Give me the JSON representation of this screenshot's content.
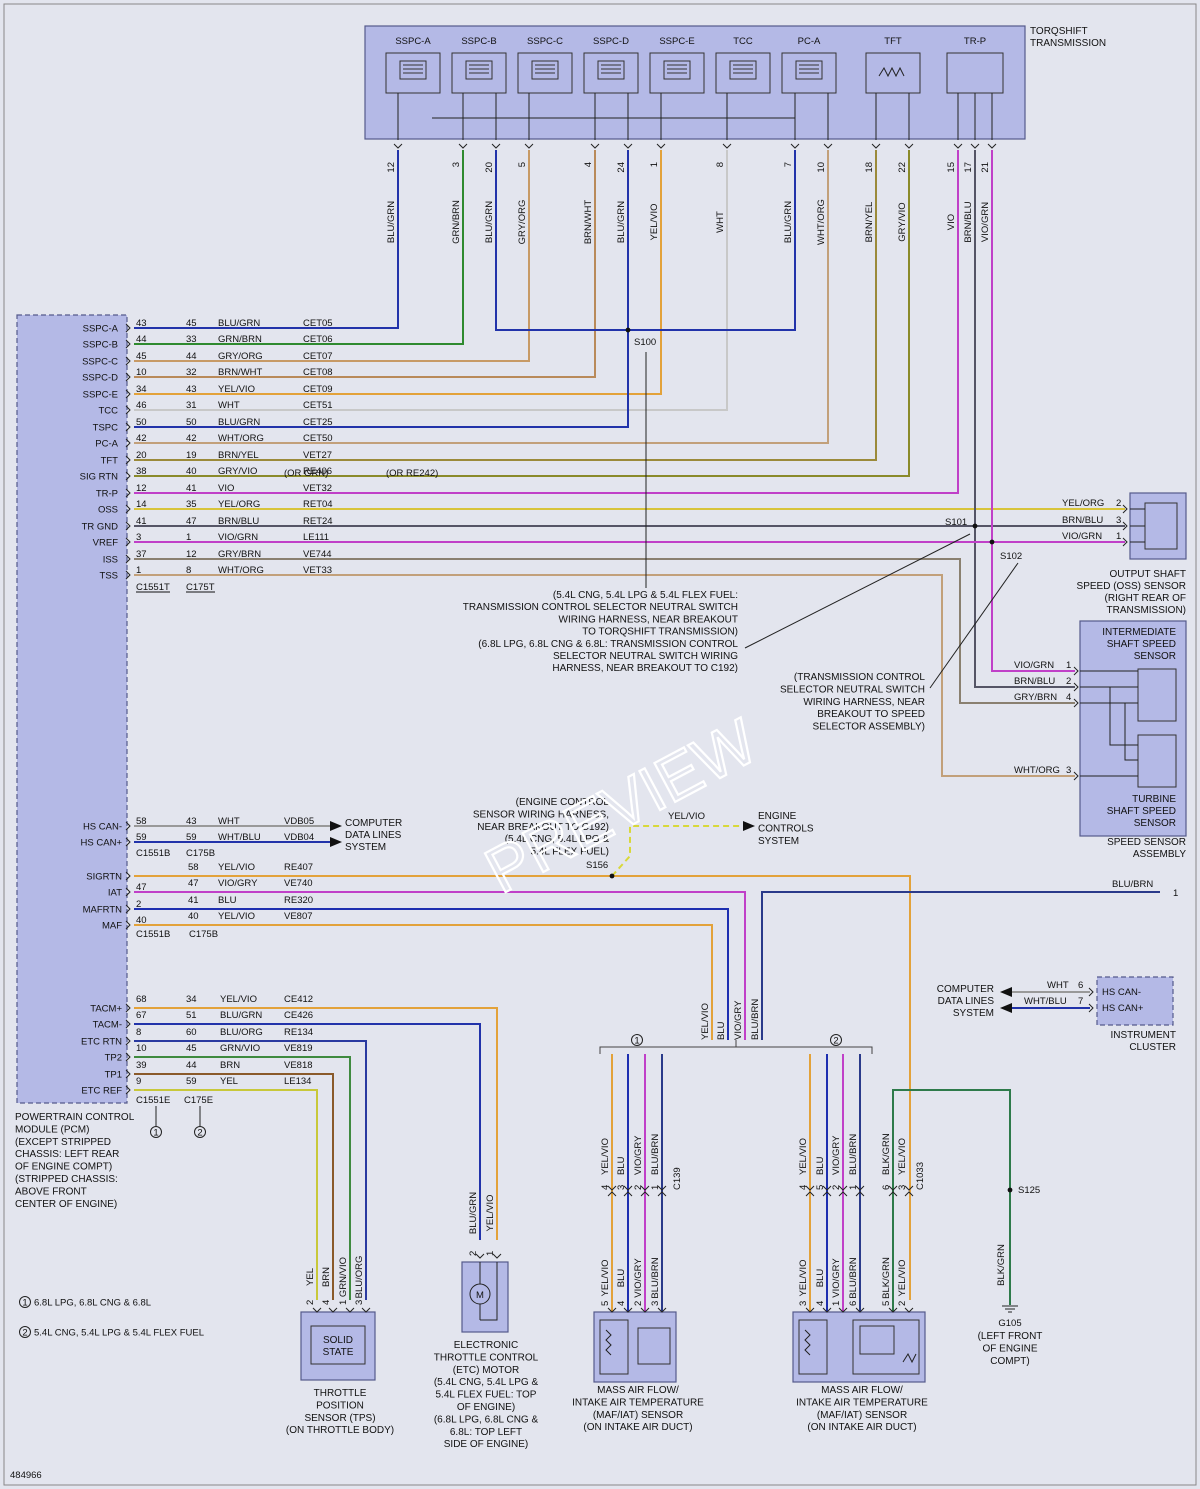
{
  "diagram_id": "484966",
  "watermark": "PREVIEW",
  "transmission": {
    "title": [
      "TORQSHIFT",
      "TRANSMISSION"
    ],
    "components": [
      "SSPC-A",
      "SSPC-B",
      "SSPC-C",
      "SSPC-D",
      "SSPC-E",
      "TCC",
      "PC-A",
      "TFT",
      "TR-P"
    ]
  },
  "trans_pins": [
    {
      "pin": "12",
      "color": "BLU/GRN"
    },
    {
      "pin": "3",
      "color": "GRN/BRN"
    },
    {
      "pin": "20",
      "color": "BLU/GRN"
    },
    {
      "pin": "5",
      "color": "GRY/ORG"
    },
    {
      "pin": "4",
      "color": "BRN/WHT"
    },
    {
      "pin": "24",
      "color": "BLU/GRN"
    },
    {
      "pin": "1",
      "color": "YEL/VIO"
    },
    {
      "pin": "8",
      "color": "WHT"
    },
    {
      "pin": "7",
      "color": "BLU/GRN"
    },
    {
      "pin": "10",
      "color": "WHT/ORG"
    },
    {
      "pin": "18",
      "color": "BRN/YEL"
    },
    {
      "pin": "22",
      "color": "GRY/VIO"
    },
    {
      "pin": "15",
      "color": "VIO"
    },
    {
      "pin": "17",
      "color": "BRN/BLU"
    },
    {
      "pin": "21",
      "color": "VIO/GRN"
    }
  ],
  "pcm": {
    "label": [
      "POWERTRAIN CONTROL",
      "MODULE (PCM)",
      "(EXCEPT STRIPPED",
      "CHASSIS: LEFT REAR",
      "OF ENGINE COMPT)",
      "(STRIPPED CHASSIS:",
      "ABOVE FRONT",
      "CENTER OF ENGINE)"
    ],
    "group1": [
      {
        "name": "SSPC-A",
        "p1": "43",
        "p2": "45",
        "color": "BLU/GRN",
        "circuit": "CET05"
      },
      {
        "name": "SSPC-B",
        "p1": "44",
        "p2": "33",
        "color": "GRN/BRN",
        "circuit": "CET06"
      },
      {
        "name": "SSPC-C",
        "p1": "45",
        "p2": "44",
        "color": "GRY/ORG",
        "circuit": "CET07"
      },
      {
        "name": "SSPC-D",
        "p1": "10",
        "p2": "32",
        "color": "BRN/WHT",
        "circuit": "CET08"
      },
      {
        "name": "SSPC-E",
        "p1": "34",
        "p2": "43",
        "color": "YEL/VIO",
        "circuit": "CET09"
      },
      {
        "name": "TCC",
        "p1": "46",
        "p2": "31",
        "color": "WHT",
        "circuit": "CET51"
      },
      {
        "name": "TSPC",
        "p1": "50",
        "p2": "50",
        "color": "BLU/GRN",
        "circuit": "CET25"
      },
      {
        "name": "PC-A",
        "p1": "42",
        "p2": "42",
        "color": "WHT/ORG",
        "circuit": "CET50"
      },
      {
        "name": "TFT",
        "p1": "20",
        "p2": "19",
        "color": "BRN/YEL",
        "circuit": "VET27"
      },
      {
        "name": "SIG RTN",
        "p1": "38",
        "p2": "40",
        "color": "GRY/VIO",
        "circuit": "RE406"
      },
      {
        "name": "TR-P",
        "p1": "12",
        "p2": "41",
        "color": "VIO",
        "circuit": "VET32"
      },
      {
        "name": "OSS",
        "p1": "14",
        "p2": "35",
        "color": "YEL/ORG",
        "circuit": "RET04"
      },
      {
        "name": "TR GND",
        "p1": "41",
        "p2": "47",
        "color": "BRN/BLU",
        "circuit": "RET24"
      },
      {
        "name": "VREF",
        "p1": "3",
        "p2": "1",
        "color": "VIO/GRN",
        "circuit": "LE111"
      },
      {
        "name": "ISS",
        "p1": "37",
        "p2": "12",
        "color": "GRY/BRN",
        "circuit": "VE744"
      },
      {
        "name": "TSS",
        "p1": "1",
        "p2": "8",
        "color": "WHT/ORG",
        "circuit": "VET33"
      }
    ],
    "sigrtn_alt1": "(OR GRN)",
    "sigrtn_alt2": "(OR RE242)",
    "conn1": [
      "C1551T",
      "C175T"
    ],
    "group2": [
      {
        "name": "HS CAN-",
        "p1": "58",
        "p2": "43",
        "color": "WHT",
        "circuit": "VDB05"
      },
      {
        "name": "HS CAN+",
        "p1": "59",
        "p2": "59",
        "color": "WHT/BLU",
        "circuit": "VDB04"
      }
    ],
    "conn2": [
      "C1551B",
      "C175B"
    ],
    "group3": [
      {
        "name": "SIGRTN",
        "p1": "",
        "p2": "58",
        "color": "YEL/VIO",
        "circuit": "RE407"
      },
      {
        "name": "IAT",
        "p1": "47",
        "p2": "47",
        "color": "VIO/GRY",
        "circuit": "VE740"
      },
      {
        "name": "MAFRTN",
        "p1": "2",
        "p2": "41",
        "color": "BLU",
        "circuit": "RE320"
      },
      {
        "name": "MAF",
        "p1": "40",
        "p2": "40",
        "color": "YEL/VIO",
        "circuit": "VE807"
      }
    ],
    "conn3": [
      "C1551B",
      "C175B"
    ],
    "group4": [
      {
        "name": "TACM+",
        "p1": "68",
        "p2": "34",
        "color": "YEL/VIO",
        "circuit": "CE412"
      },
      {
        "name": "TACM-",
        "p1": "67",
        "p2": "51",
        "color": "BLU/GRN",
        "circuit": "CE426"
      },
      {
        "name": "ETC RTN",
        "p1": "8",
        "p2": "60",
        "color": "BLU/ORG",
        "circuit": "RE134"
      },
      {
        "name": "TP2",
        "p1": "10",
        "p2": "45",
        "color": "GRN/VIO",
        "circuit": "VE819"
      },
      {
        "name": "TP1",
        "p1": "39",
        "p2": "44",
        "color": "BRN",
        "circuit": "VE818"
      },
      {
        "name": "ETC REF",
        "p1": "9",
        "p2": "59",
        "color": "YEL",
        "circuit": "LE134"
      }
    ],
    "conn4": [
      "C1551E",
      "C175E"
    ]
  },
  "splices": {
    "s100": "S100",
    "s101": "S101",
    "s102": "S102",
    "s156": "S156",
    "s125": "S125"
  },
  "computer_data": {
    "lines": [
      "COMPUTER",
      "DATA LINES",
      "SYSTEM"
    ]
  },
  "engine_controls": {
    "wire": "YEL/VIO",
    "lines": [
      "ENGINE",
      "CONTROLS",
      "SYSTEM"
    ]
  },
  "oss": {
    "wires": [
      {
        "color": "YEL/ORG",
        "pin": "2"
      },
      {
        "color": "BRN/BLU",
        "pin": "3"
      },
      {
        "color": "VIO/GRN",
        "pin": "1"
      }
    ],
    "label": [
      "OUTPUT SHAFT",
      "SPEED (OSS) SENSOR",
      "(RIGHT REAR OF",
      "TRANSMISSION)"
    ]
  },
  "speed_assy": {
    "wires": [
      {
        "color": "VIO/GRN",
        "pin": "1"
      },
      {
        "color": "BRN/BLU",
        "pin": "2"
      },
      {
        "color": "GRY/BRN",
        "pin": "4"
      },
      {
        "color": "WHT/ORG",
        "pin": "3"
      }
    ],
    "iss_label": [
      "INTERMEDIATE",
      "SHAFT SPEED",
      "SENSOR"
    ],
    "tss_label": [
      "TURBINE",
      "SHAFT SPEED",
      "SENSOR"
    ],
    "label": [
      "SPEED SENSOR",
      "ASSEMBLY"
    ]
  },
  "notes": {
    "s100": [
      "(5.4L CNG, 5.4L LPG & 5.4L FLEX FUEL:",
      "TRANSMISSION CONTROL SELECTOR NEUTRAL SWITCH",
      "WIRING HARNESS, NEAR BREAKOUT",
      "TO TORQSHIFT TRANSMISSION)",
      "(6.8L LPG, 6.8L CNG & 6.8L: TRANSMISSION CONTROL",
      "SELECTOR NEUTRAL SWITCH WIRING",
      "HARNESS, NEAR BREAKOUT TO C192)"
    ],
    "s102": [
      "(TRANSMISSION CONTROL",
      "SELECTOR NEUTRAL SWITCH",
      "WIRING HARNESS, NEAR",
      "BREAKOUT TO SPEED",
      "SELECTOR ASSEMBLY)"
    ],
    "s156": [
      "(ENGINE CONTROL",
      "SENSOR WIRING HARNESS,",
      "NEAR BREAKOUT TO C192)",
      "(5.4L CNG, 5.4L LPG &",
      "5.4L FLEX FUEL)"
    ]
  },
  "blu_brn": {
    "color": "BLU/BRN",
    "pin": "1"
  },
  "cluster": {
    "pins": [
      {
        "name": "HS CAN-",
        "color": "WHT",
        "pin": "6"
      },
      {
        "name": "HS CAN+",
        "color": "WHT/BLU",
        "pin": "7"
      }
    ],
    "sys": [
      "COMPUTER",
      "DATA LINES",
      "SYSTEM"
    ],
    "label": [
      "INSTRUMENT",
      "CLUSTER"
    ]
  },
  "bus_colors": [
    "YEL/VIO",
    "BLU",
    "VIO/GRY",
    "BLU/BRN"
  ],
  "variants": {
    "one": "6.8L LPG, 6.8L CNG & 6.8L",
    "two": "5.4L CNG, 5.4L LPG & 5.4L FLEX FUEL"
  },
  "maf1": {
    "connector": "C139",
    "top": [
      {
        "pin": "4",
        "color": "YEL/VIO"
      },
      {
        "pin": "3",
        "color": "BLU"
      },
      {
        "pin": "2",
        "color": "VIO/GRY"
      },
      {
        "pin": "1",
        "color": "BLU/BRN"
      }
    ],
    "bottom": [
      {
        "pin": "5",
        "color": "YEL/VIO"
      },
      {
        "pin": "4",
        "color": "BLU"
      },
      {
        "pin": "2",
        "color": "VIO/GRY"
      },
      {
        "pin": "3",
        "color": "BLU/BRN"
      }
    ],
    "label": [
      "MASS AIR FLOW/",
      "INTAKE AIR TEMPERATURE",
      "(MAF/IAT) SENSOR",
      "(ON INTAKE AIR DUCT)"
    ]
  },
  "maf2": {
    "connector": "C1033",
    "top": [
      {
        "pin": "4",
        "color": "YEL/VIO"
      },
      {
        "pin": "5",
        "color": "BLU"
      },
      {
        "pin": "2",
        "color": "VIO/GRY"
      },
      {
        "pin": "1",
        "color": "BLU/BRN"
      },
      {
        "pin": "6",
        "color": "BLK/GRN"
      },
      {
        "pin": "3",
        "color": "YEL/VIO"
      }
    ],
    "bottom": [
      {
        "pin": "3",
        "color": "YEL/VIO"
      },
      {
        "pin": "4",
        "color": "BLU"
      },
      {
        "pin": "1",
        "color": "VIO/GRY"
      },
      {
        "pin": "6",
        "color": "BLU/BRN"
      },
      {
        "pin": "5",
        "color": "BLK/GRN"
      },
      {
        "pin": "2",
        "color": "YEL/VIO"
      }
    ],
    "label": [
      "MASS AIR FLOW/",
      "INTAKE AIR TEMPERATURE",
      "(MAF/IAT) SENSOR",
      "(ON INTAKE AIR DUCT)"
    ]
  },
  "ground": {
    "wire": "BLK/GRN",
    "id": "G105",
    "lines": [
      "(LEFT FRONT",
      "OF ENGINE",
      "COMPT)"
    ]
  },
  "tps": {
    "pins": [
      {
        "pin": "2",
        "color": "YEL"
      },
      {
        "pin": "4",
        "color": "BRN"
      },
      {
        "pin": "1",
        "color": "GRN/VIO"
      },
      {
        "pin": "3",
        "color": "BLU/ORG"
      }
    ],
    "inner": [
      "SOLID",
      "STATE"
    ],
    "label": [
      "THROTTLE",
      "POSITION",
      "SENSOR (TPS)",
      "(ON THROTTLE BODY)"
    ]
  },
  "etc": {
    "pins": [
      {
        "pin": "2",
        "color": "BLU/GRN"
      },
      {
        "pin": "1",
        "color": "YEL/VIO"
      }
    ],
    "motor": "M",
    "label": [
      "ELECTRONIC",
      "THROTTLE CONTROL",
      "(ETC) MOTOR",
      "(5.4L CNG, 5.4L LPG &",
      "5.4L FLEX FUEL: TOP",
      "OF ENGINE)",
      "(6.8L LPG, 6.8L CNG &",
      "6.8L: TOP LEFT",
      "SIDE OF ENGINE)"
    ]
  },
  "markers": {
    "one": "1",
    "two": "2"
  },
  "colors": {
    "BLU/GRN": "#2233aa",
    "GRN/BRN": "#2f8a2f",
    "GRY/ORG": "#c79a66",
    "BRN/WHT": "#b98a5a",
    "YEL/VIO": "#e3a23a",
    "WHT": "#c8c8c8",
    "WHT/ORG": "#c2a07a",
    "BRN/YEL": "#9b8a3a",
    "GRY/VIO": "#8a8a2a",
    "VIO": "#c040c8",
    "YEL/ORG": "#d8c43a",
    "BRN/BLU": "#555566",
    "VIO/GRN": "#c040c8",
    "GRY/BRN": "#8a8070",
    "VIO/GRY": "#c040c8",
    "BLU": "#1e2fb0",
    "BLU/BRN": "#2a3a8a",
    "BLU/ORG": "#2a3aa0",
    "GRN/VIO": "#3f8a3f",
    "BRN": "#8a5a2a",
    "YEL": "#c8c83a",
    "BLK/GRN": "#2e7a4a",
    "WHT/BLU": "#2233aa"
  }
}
